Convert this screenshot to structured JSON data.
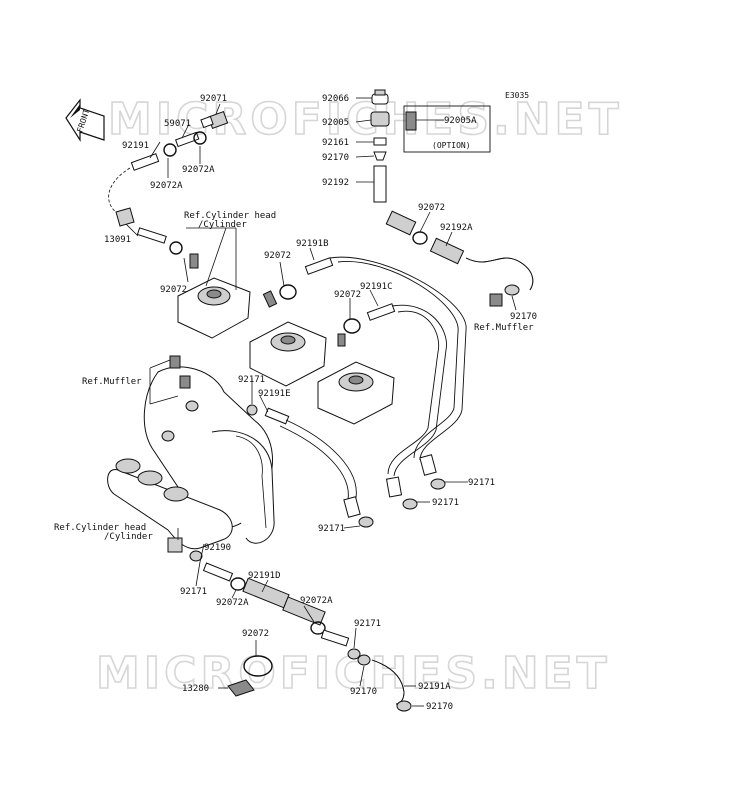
{
  "diagram_id": "E3035",
  "watermark": "MICROFICHES.NET",
  "front_label": "FRONT",
  "option_label": "(OPTION)",
  "labels": {
    "p92071": "92071",
    "p59071": "59071",
    "p92191": "92191",
    "p92072A_1": "92072A",
    "p92072A_2": "92072A",
    "p13091": "13091",
    "p92072_1": "92072",
    "ref_cyl_head_1a": "Ref.Cylinder head",
    "ref_cyl_head_1b": "/Cylinder",
    "p92066": "92066",
    "p92005": "92005",
    "p92161": "92161",
    "p92170_1": "92170",
    "p92192": "92192",
    "p92005A": "92005A",
    "p92072_2": "92072",
    "p92192A": "92192A",
    "p92191B": "92191B",
    "p92072_3": "92072",
    "p92191C": "92191C",
    "p92072_4": "92072",
    "p92170_2": "92170",
    "ref_muffler_1": "Ref.Muffler",
    "ref_muffler_2": "Ref.Muffler",
    "p92171_1": "92171",
    "p92191E": "92191E",
    "p92171_2": "92171",
    "p92171_3": "92171",
    "p92171_4": "92171",
    "ref_cyl_head_2a": "Ref.Cylinder head",
    "ref_cyl_head_2b": "/Cylinder",
    "p92190": "92190",
    "p92191D": "92191D",
    "p92171_5": "92171",
    "p92072A_3": "92072A",
    "p92072A_4": "92072A",
    "p92171_6": "92171",
    "p92072_5": "92072",
    "p13280": "13280",
    "p92170_3": "92170",
    "p92191A": "92191A",
    "p92170_4": "92170"
  }
}
